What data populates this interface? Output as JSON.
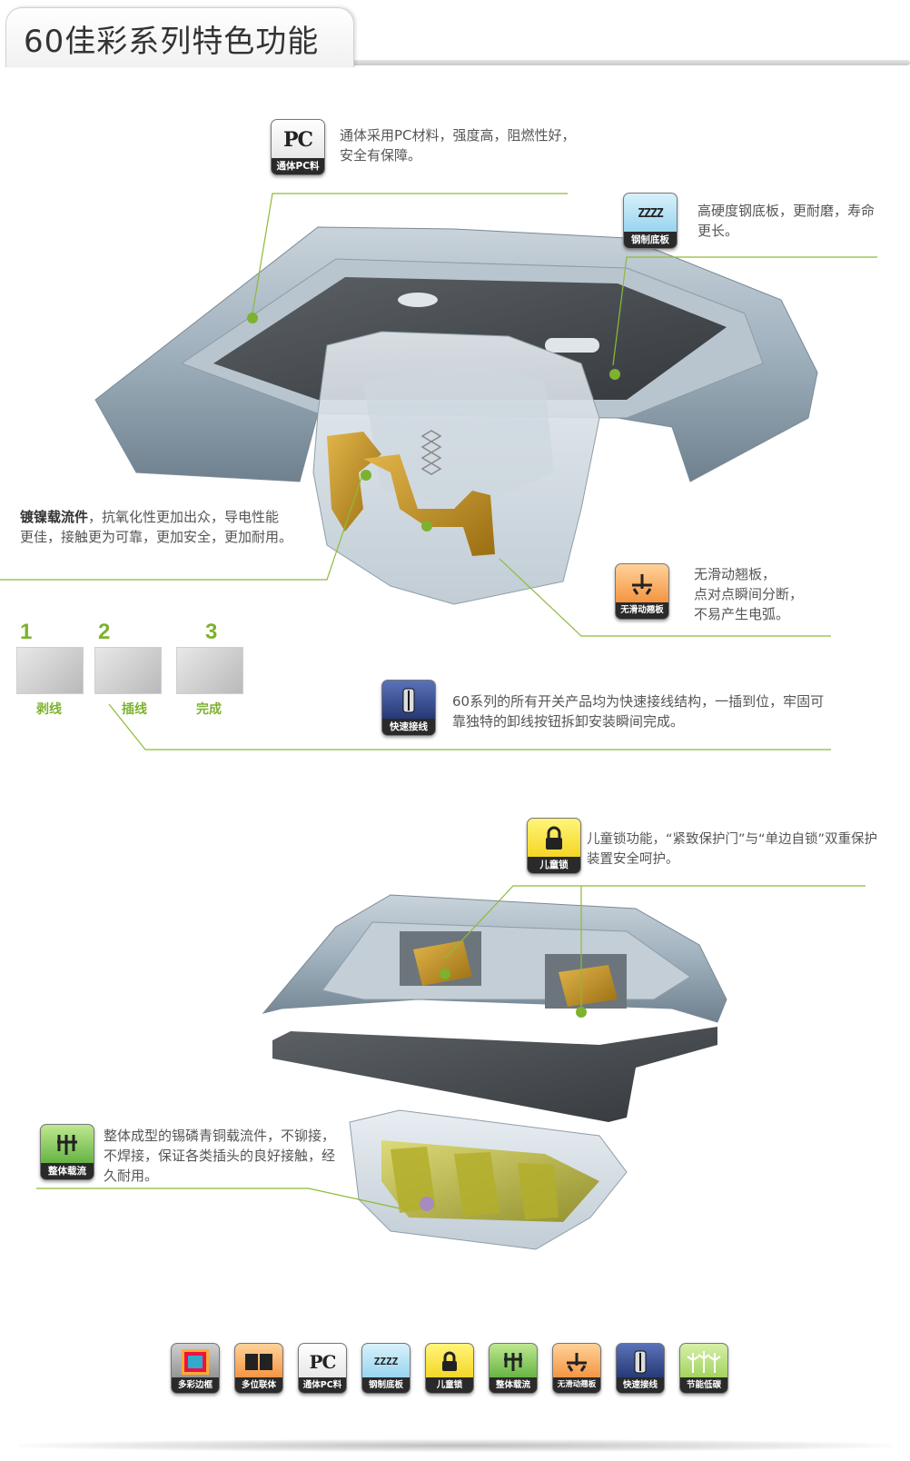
{
  "header": {
    "title": "60佳彩系列特色功能"
  },
  "features": {
    "pc": {
      "badge": "通体PC料",
      "icon_text": "PC",
      "desc": "通体采用PC材料，强度高，阻燃性好，安全有保障。"
    },
    "steel": {
      "badge": "钢制底板",
      "icon_text": "ZZZZ",
      "desc": "高硬度钢底板，更耐磨，寿命更长。"
    },
    "carrier": {
      "title": "镀镍载流件",
      "desc": "，抗氧化性更加出众，导电性能更佳，接触更为可靠，更加安全，更加耐用。"
    },
    "nonslip": {
      "badge": "无滑动翘板",
      "desc_lines": [
        "无滑动翘板，",
        "点对点瞬间分断，",
        "不易产生电弧。"
      ]
    },
    "quick": {
      "badge": "快速接线",
      "desc": "60系列的所有开关产品均为快速接线结构，一插到位，牢固可靠独特的卸线按钮拆卸安装瞬间完成。"
    },
    "childlock": {
      "badge": "儿童锁",
      "desc": "儿童锁功能，“紧致保护门”与“单边自锁”双重保护装置安全呵护。"
    },
    "integral": {
      "badge": "整体载流",
      "desc": "整体成型的锡磷青铜载流件，不铆接，不焊接，保证各类插头的良好接触，经久耐用。"
    }
  },
  "steps": [
    {
      "num": "1",
      "label": "剥线"
    },
    {
      "num": "2",
      "label": "插线"
    },
    {
      "num": "3",
      "label": "完成"
    }
  ],
  "bottom_badges": [
    "多彩边框",
    "多位联体",
    "通体PC料",
    "钢制底板",
    "儿童锁",
    "整体载流",
    "无滑动翘板",
    "快速接线",
    "节能低碳"
  ],
  "colors": {
    "accent_green": "#7cb22e",
    "line_green": "#8dbb37",
    "body_grey": "#9fb0bd"
  }
}
